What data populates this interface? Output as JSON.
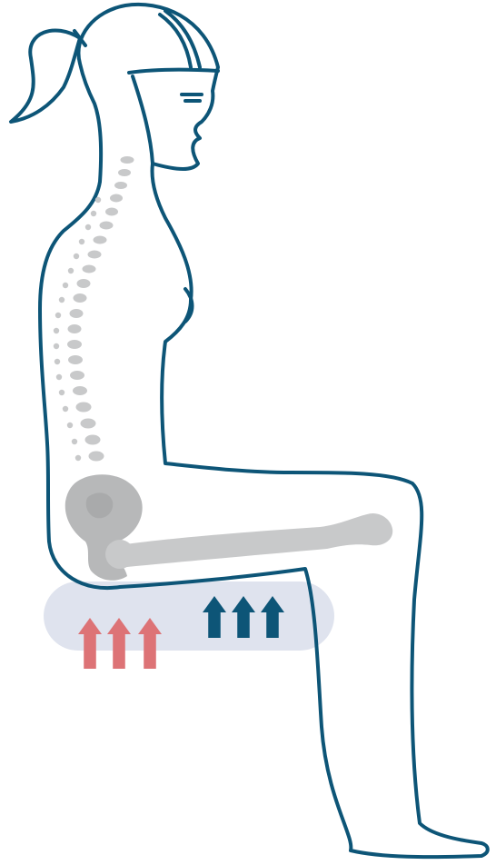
{
  "colors": {
    "background": "#ffffff",
    "body_outline": "#0d5577",
    "skeleton": "#c8c9ca",
    "skeleton_dark": "#b0b1b2",
    "cushion": "#dfe3ee",
    "support_arrows": "#0d5577",
    "pressure_arrows": "#dd7376"
  },
  "icons": {
    "figure": "seated-woman-side-view",
    "spine": "spine-vertebrae",
    "pelvis": "pelvis-bone",
    "femur": "femur-bone",
    "cushion": "seat-cushion",
    "support_arrows": "up-arrow-icon",
    "pressure_arrows": "up-arrow-icon"
  },
  "support_arrows": {
    "count": 3
  },
  "pressure_arrows": {
    "count": 3
  }
}
